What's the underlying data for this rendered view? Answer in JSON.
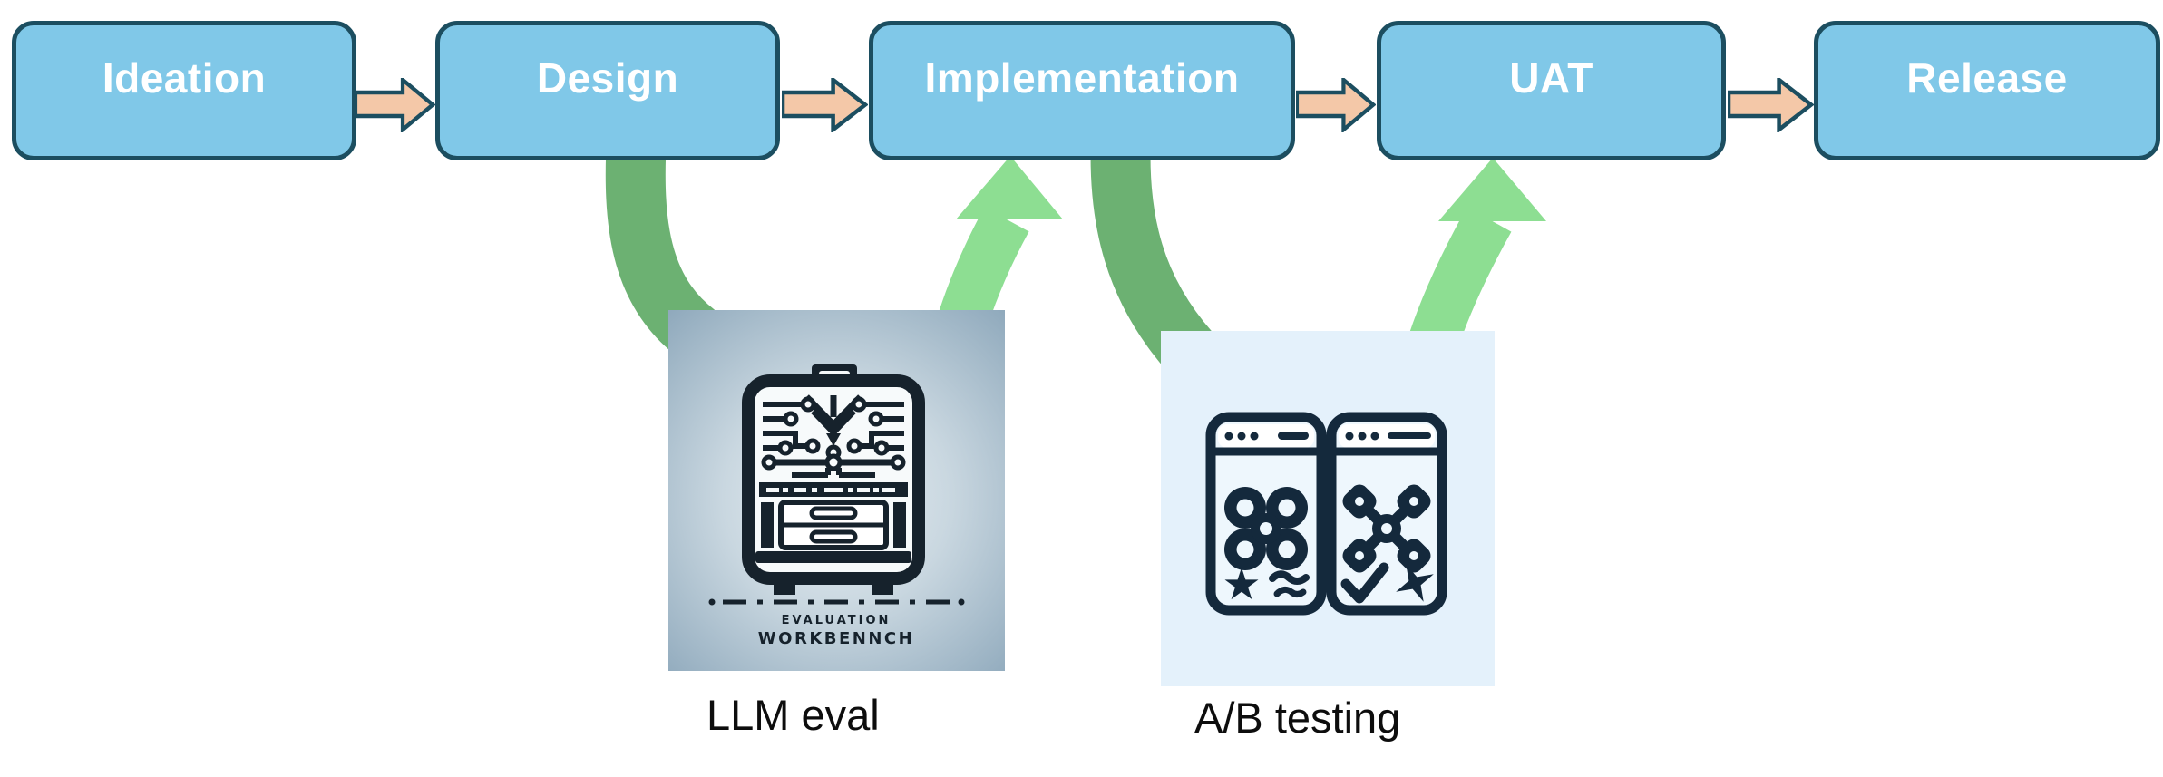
{
  "diagram": {
    "stages": [
      {
        "label": "Ideation"
      },
      {
        "label": "Design"
      },
      {
        "label": "Implementation"
      },
      {
        "label": "UAT"
      },
      {
        "label": "Release"
      }
    ],
    "tools": [
      {
        "label": "LLM eval",
        "badge_line1": "EVALUATION",
        "badge_line2": "WORKBENNCH",
        "loop_from_stage": "Design",
        "loop_to_stage": "Implementation"
      },
      {
        "label": "A/B testing",
        "loop_from_stage": "Implementation",
        "loop_to_stage": "UAT"
      }
    ],
    "colors": {
      "stage_fill": "#80C8E8",
      "stage_border": "#1C4E60",
      "stage_text": "#FFFFFF",
      "flow_arrow_fill": "#F4C8A8",
      "flow_arrow_border": "#1C4E60",
      "loop_down_arrow": "#6CB172",
      "loop_up_arrow": "#8DDE92",
      "llm_bg_center": "#EAF0F4",
      "llm_bg_edge": "#8FA9BC",
      "llm_icon_dark": "#16222C",
      "ab_bg": "#E4F1FB",
      "ab_icon_dark": "#14293C",
      "label_text": "#0D0D0D"
    }
  }
}
